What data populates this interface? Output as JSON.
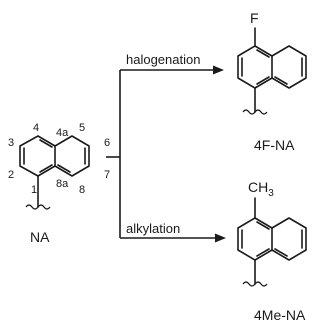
{
  "reactant": {
    "name": "NA",
    "positions": [
      "1",
      "2",
      "3",
      "4",
      "4a",
      "5",
      "6",
      "7",
      "8",
      "8a"
    ]
  },
  "reactions": [
    {
      "label": "halogenation",
      "product": "4F-NA",
      "substituent": "F"
    },
    {
      "label": "alkylation",
      "product": "4Me-NA",
      "substituent_main": "CH",
      "substituent_sub": "3"
    }
  ]
}
